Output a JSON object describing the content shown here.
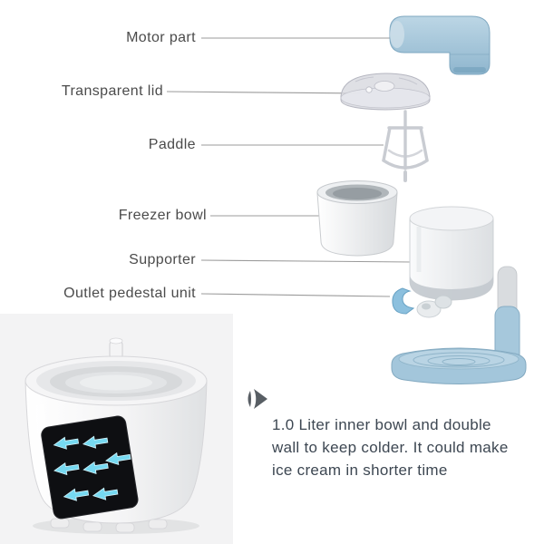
{
  "product_diagram": {
    "labels": [
      {
        "text": "Motor part"
      },
      {
        "text": "Transparent lid"
      },
      {
        "text": "Paddle"
      },
      {
        "text": "Freezer bowl"
      },
      {
        "text": "Supporter"
      },
      {
        "text": "Outlet pedestal unit"
      }
    ]
  },
  "caption": {
    "lines": [
      "1.0 Liter inner bowl and double",
      "wall to keep colder. It could make",
      "ice cream in shorter time"
    ]
  },
  "icons": {
    "play_icon": "play-icon",
    "bowl_label_arrows": "left-arrow-icons"
  },
  "colors": {
    "accent_blue": "#a3c6db",
    "arrow_cyan": "#76d9f1",
    "bowl_label_black": "#0e0f12",
    "caption_text": "#3d4752",
    "label_text": "#4b4b4b"
  }
}
